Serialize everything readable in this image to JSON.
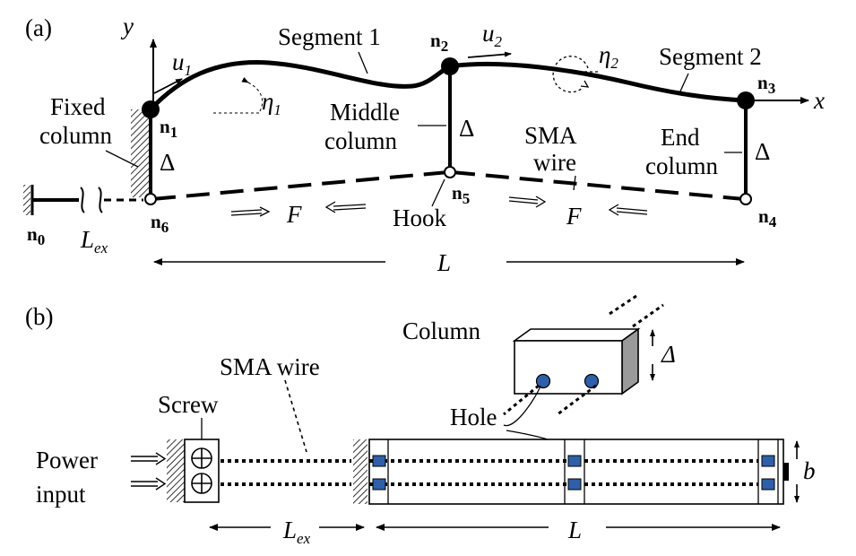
{
  "panel_a": {
    "label": "(a)",
    "axis_y": "y",
    "axis_x": "x",
    "u1": {
      "sym": "u",
      "sub": "1"
    },
    "u2": {
      "sym": "u",
      "sub": "2"
    },
    "eta1": {
      "sym": "η",
      "sub": "1"
    },
    "eta2": {
      "sym": "η",
      "sub": "2"
    },
    "segment1": "Segment 1",
    "segment2": "Segment 2",
    "fixed_column": [
      "Fixed",
      "column"
    ],
    "middle_column": [
      "Middle",
      "column"
    ],
    "end_column": [
      "End",
      "column"
    ],
    "sma_wire": [
      "SMA",
      "wire"
    ],
    "hook": "Hook",
    "delta": "Δ",
    "force": "F",
    "length": "L",
    "lex": {
      "sym": "L",
      "sub": "ex"
    },
    "nodes": {
      "n0": {
        "sym": "n",
        "sub": "0"
      },
      "n1": {
        "sym": "n",
        "sub": "1"
      },
      "n2": {
        "sym": "n",
        "sub": "2"
      },
      "n3": {
        "sym": "n",
        "sub": "3"
      },
      "n4": {
        "sym": "n",
        "sub": "4"
      },
      "n5": {
        "sym": "n",
        "sub": "5"
      },
      "n6": {
        "sym": "n",
        "sub": "6"
      }
    }
  },
  "panel_b": {
    "label": "(b)",
    "column": "Column",
    "delta": "Δ",
    "sma_wire": "SMA wire",
    "screw": "Screw",
    "hole": "Hole",
    "power_input": [
      "Power",
      "input"
    ],
    "lex": {
      "sym": "L",
      "sub": "ex"
    },
    "length": "L",
    "width": "b",
    "hole_color": "#2f5fa8"
  }
}
